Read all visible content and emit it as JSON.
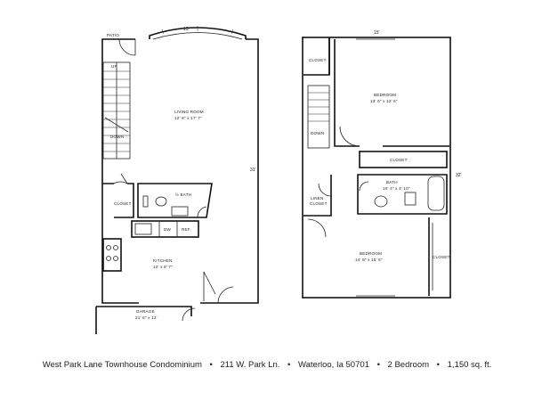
{
  "first_floor": {
    "patio": "PATIO",
    "top_dim": "15'",
    "side_dim": "31'",
    "stair_up": "UP",
    "stair_down": "DOWN",
    "living_room": {
      "name": "LIVING ROOM",
      "size": "12' 8\" x 17' 7\""
    },
    "closet": "CLOSET",
    "half_bath": "½ BATH",
    "dishwasher": "DW",
    "refrigerator": "REF.",
    "kitchen": {
      "name": "KITCHEN",
      "size": "12' x 9' 7\""
    },
    "garage": {
      "name": "GARAGE",
      "size": "21' 6\" x 12'"
    }
  },
  "second_floor": {
    "top_dim": "15'",
    "side_dim": "32'",
    "closet_upper": "CLOSET",
    "bedroom1": {
      "name": "BEDROOM",
      "size": "13' 6\" x 12' 6\""
    },
    "stair_down": "DOWN",
    "closet_mid": "CLOSET",
    "bath": {
      "name": "BATH",
      "size": "10' 4\" x 4' 10\""
    },
    "linen_closet_line1": "LINEN",
    "linen_closet_line2": "CLOSET",
    "bedroom2": {
      "name": "BEDROOM",
      "size": "14' 8\" x 15' 6\""
    },
    "closet_side": "CLOSET"
  },
  "caption": {
    "name": "West Park Lane Townhouse Condominium",
    "address": "211 W. Park Ln.",
    "city": "Waterloo, Ia 50701",
    "bedrooms": "2 Bedroom",
    "area": "1,150 sq. ft.",
    "separator": "•"
  }
}
